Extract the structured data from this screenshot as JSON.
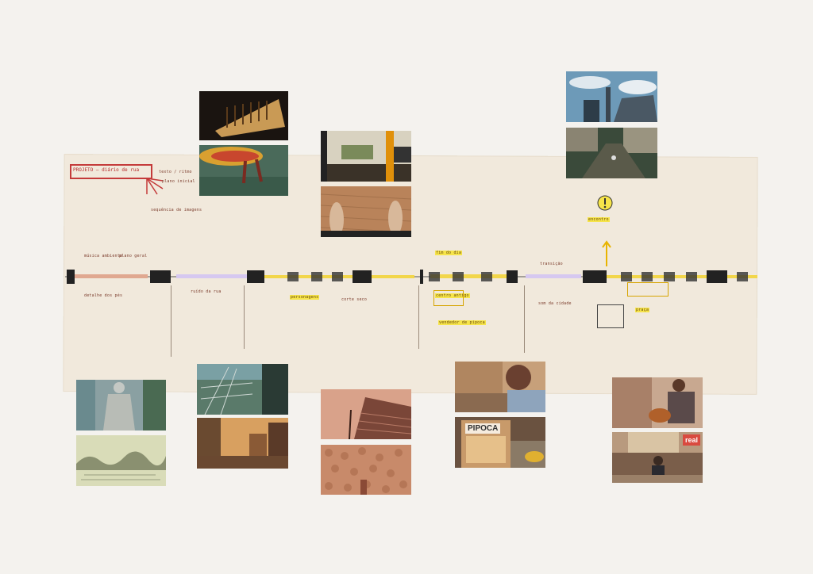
{
  "board": {
    "title_note": "PROJETO — diário de rua",
    "shop_sign": "PIPOCA",
    "store_sign": "real"
  },
  "notes": [
    "texto / ritmo",
    "plano inicial",
    "sequência de imagens",
    "música ambiente",
    "plano geral",
    "detalhe dos pés",
    "ruído da rua",
    "personagens",
    "corte seco",
    "fim do dia",
    "centro antigo",
    "vendedor de pipoca",
    "transição",
    "som da cidade",
    "encontro",
    "praça"
  ],
  "colors": {
    "background": "#f4f2ee",
    "paper": "#f1e9dc",
    "highlight": "#f6e44a",
    "ink": "#7a3a2a",
    "title_ink": "#c43a3a"
  }
}
